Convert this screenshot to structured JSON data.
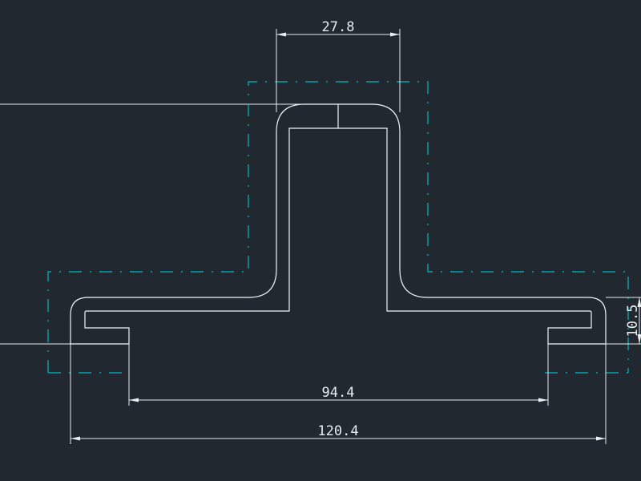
{
  "drawing": {
    "background": "#212830",
    "line_color": "#f2f4f6",
    "centerline_color": "#00b9c4",
    "dimensions": {
      "top_width": "27.8",
      "inner_width": "94.4",
      "overall_width": "120.4",
      "side_height": "10.5"
    }
  }
}
